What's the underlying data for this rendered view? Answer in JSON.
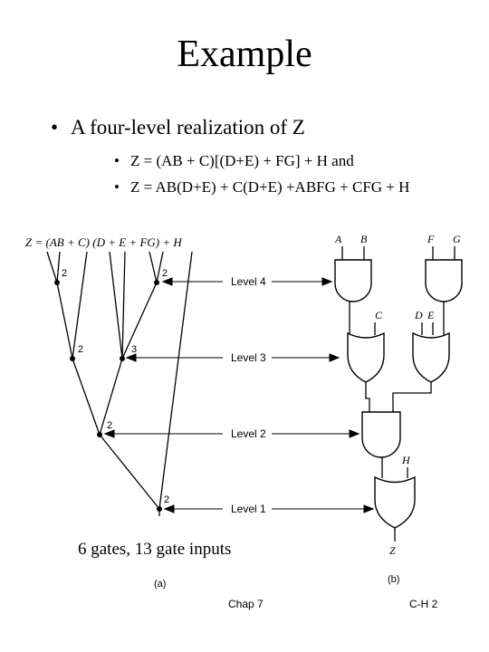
{
  "slide": {
    "title": "Example",
    "bullet1": "A four-level realization of Z",
    "bullet2": "Z = (AB + C)[(D+E) + FG] + H and",
    "bullet3": "Z =  AB(D+E) + C(D+E) +ABFG + CFG + H",
    "caption": "6 gates, 13 gate inputs",
    "footer_left": "Chap 7",
    "footer_right": "C-H  2"
  },
  "figure_a": {
    "expression": "Z = (AB + C)   (D + E + FG)  + H",
    "levels": [
      "Level 4",
      "Level 3",
      "Level 2",
      "Level 1"
    ],
    "node_inputs": [
      "2",
      "2",
      "2",
      "3",
      "2",
      "2"
    ],
    "label": "(a)"
  },
  "figure_b": {
    "inputs": [
      "A",
      "B",
      "F",
      "G",
      "C",
      "D",
      "E",
      "H"
    ],
    "output": "Z",
    "label": "(b)"
  }
}
